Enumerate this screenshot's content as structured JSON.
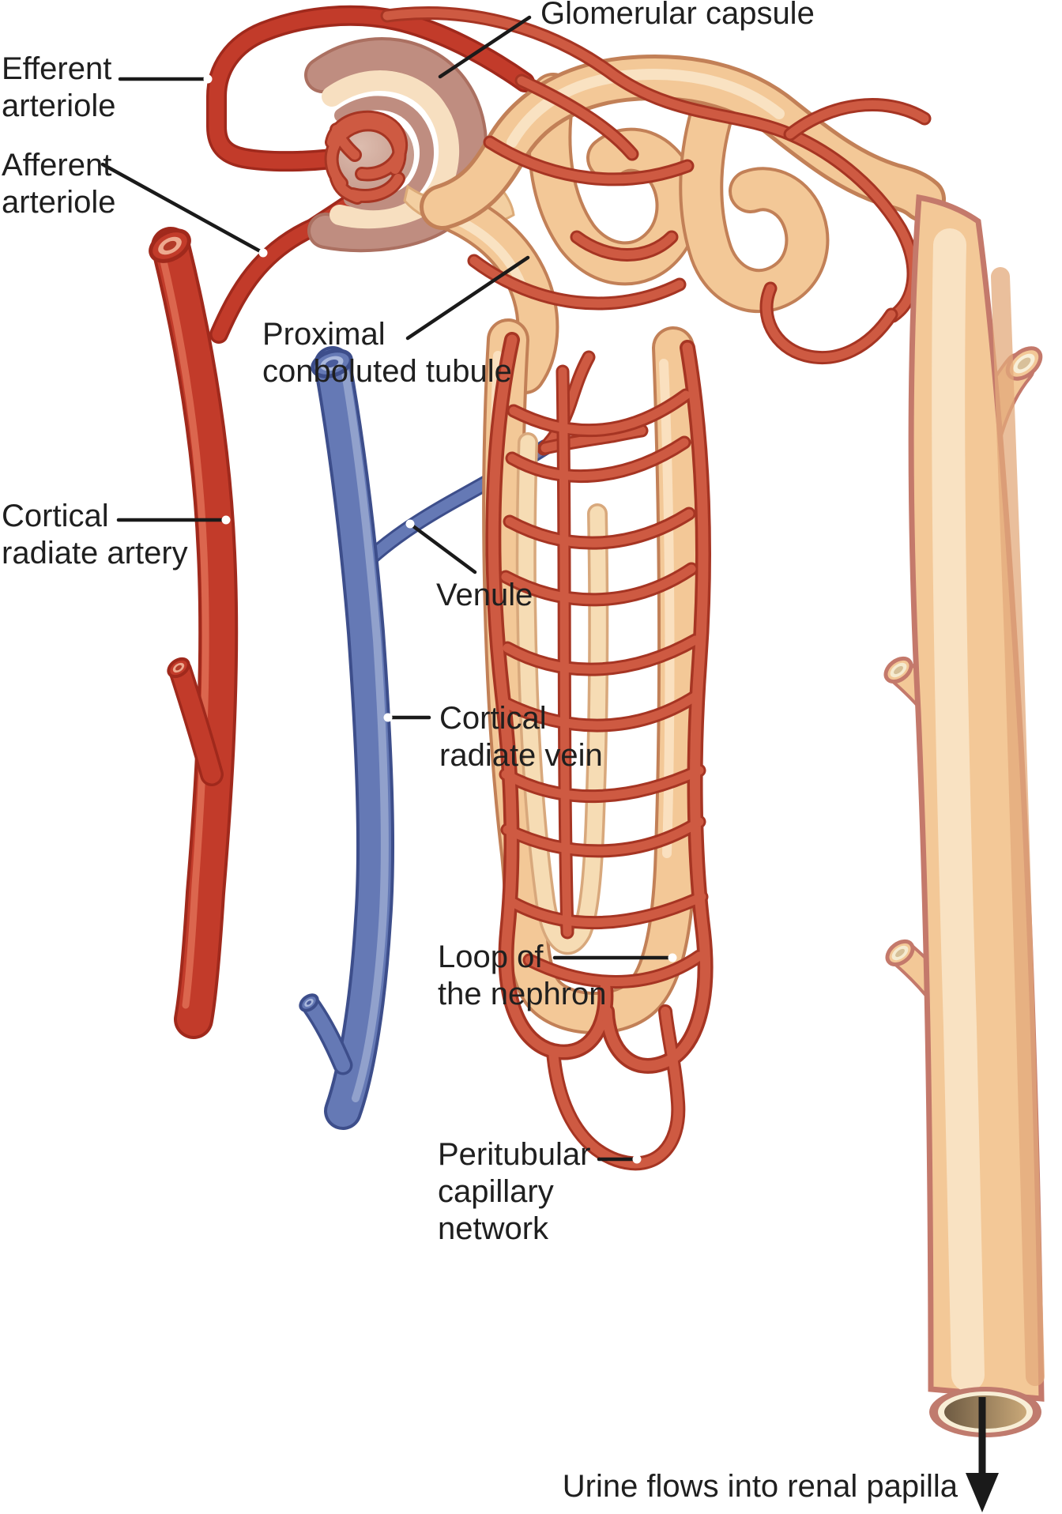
{
  "diagram": {
    "subject": "nephron blood supply and tubule system",
    "labels": {
      "glomerular_capsule": {
        "text": "Glomerular capsule"
      },
      "efferent_arteriole": {
        "lines": [
          "Efferent",
          "arteriole"
        ]
      },
      "afferent_arteriole": {
        "lines": [
          "Afferent",
          "arteriole"
        ]
      },
      "proximal_tubule": {
        "lines": [
          "Proximal",
          "conboluted tubule"
        ]
      },
      "cortical_radiate_artery": {
        "lines": [
          "Cortical",
          "radiate artery"
        ]
      },
      "venule": {
        "text": "Venule"
      },
      "cortical_radiate_vein": {
        "lines": [
          "Cortical",
          "radiate vein"
        ]
      },
      "loop_of_nephron": {
        "lines": [
          "Loop of",
          "the nephron"
        ]
      },
      "peritubular_capillary_network": {
        "lines": [
          "Peritubular",
          "capillary",
          "network"
        ]
      },
      "urine_flow": {
        "text": "Urine flows into renal papilla"
      }
    }
  },
  "colors": {
    "label_text": "#1f1f1f",
    "leader_line": "#1a1a1a",
    "arrow_black": "#1a1a1a",
    "artery_red": "#c23b2a",
    "artery_border": "#a0291c",
    "artery_highlight": "#de6b52",
    "capillary_red": "#ce5a42",
    "capillary_border": "#a63523",
    "tubule_tan": "#f3c897",
    "tubule_border": "#c28057",
    "tubule_highlight": "#fae4c6",
    "duct_border": "#c4796b",
    "duct_shade": "#e3a97b",
    "cream": "#f7dfc0",
    "capsule_mauve": "#bf8d80",
    "capsule_border": "#ab7061",
    "vein_blue": "#6579b5",
    "vein_border": "#3d4e8b",
    "vein_highlight": "#96a5ce",
    "lumen_dark": "#6e5b43",
    "lumen_light": "#c9a878",
    "background": "#ffffff"
  }
}
